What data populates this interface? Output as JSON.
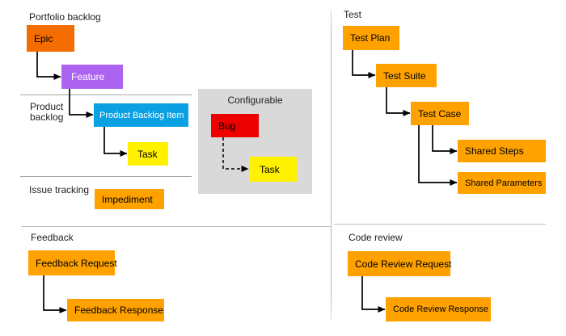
{
  "sections": {
    "portfolio_backlog": {
      "label": "Portfolio backlog"
    },
    "product_backlog": {
      "label": "Product backlog"
    },
    "issue_tracking": {
      "label": "Issue tracking"
    },
    "configurable": {
      "label": "Configurable",
      "bg": "#D9D9D9"
    },
    "test": {
      "label": "Test"
    },
    "feedback": {
      "label": "Feedback"
    },
    "code_review": {
      "label": "Code review"
    }
  },
  "work_items": {
    "epic": {
      "label": "Epic",
      "bg": "#F36D00",
      "fg": "#000000"
    },
    "feature": {
      "label": "Feature",
      "bg": "#AC63F0",
      "fg": "#FFFFFF"
    },
    "product_backlog_item": {
      "label": "Product Backlog Item",
      "bg": "#09A0E4",
      "fg": "#FFFFFF"
    },
    "task_backlog": {
      "label": "Task",
      "bg": "#FFF100",
      "fg": "#000000"
    },
    "impediment": {
      "label": "Impediment",
      "bg": "#FFA200",
      "fg": "#000000"
    },
    "bug": {
      "label": "Bug",
      "bg": "#EC0000",
      "fg": "#000000"
    },
    "task_configurable": {
      "label": "Task",
      "bg": "#FFF100",
      "fg": "#000000"
    },
    "test_plan": {
      "label": "Test Plan",
      "bg": "#FFA200",
      "fg": "#000000"
    },
    "test_suite": {
      "label": "Test Suite",
      "bg": "#FFA200",
      "fg": "#000000"
    },
    "test_case": {
      "label": "Test Case",
      "bg": "#FFA200",
      "fg": "#000000"
    },
    "shared_steps": {
      "label": "Shared Steps",
      "bg": "#FFA200",
      "fg": "#000000"
    },
    "shared_parameters": {
      "label": "Shared Parameters",
      "bg": "#FFA200",
      "fg": "#000000"
    },
    "feedback_request": {
      "label": "Feedback Request",
      "bg": "#FFA200",
      "fg": "#000000"
    },
    "feedback_response": {
      "label": "Feedback Response",
      "bg": "#FFA200",
      "fg": "#000000"
    },
    "code_review_request": {
      "label": "Code Review Request",
      "bg": "#FFA200",
      "fg": "#000000"
    },
    "code_review_response": {
      "label": "Code Review Response",
      "bg": "#FFA200",
      "fg": "#000000"
    }
  }
}
